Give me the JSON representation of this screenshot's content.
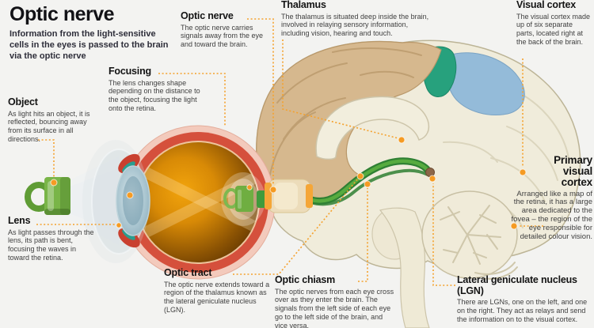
{
  "title": {
    "text": "Optic nerve",
    "subtitle": "Information from the light-sensitive cells in the eyes is passed to the brain via the optic nerve"
  },
  "labels": {
    "optic_nerve": {
      "heading": "Optic nerve",
      "body": "The optic nerve carries signals away from the eye and toward the brain."
    },
    "thalamus": {
      "heading": "Thalamus",
      "body": "The thalamus is situated deep inside the brain, involved in relaying sensory information, including vision, hearing and touch."
    },
    "visual_cortex": {
      "heading": "Visual cortex",
      "body": "The visual cortex made up of six separate parts, located right at the back of the brain."
    },
    "focusing": {
      "heading": "Focusing",
      "body": "The lens changes shape depending on the distance to the object, focusing the light onto the retina."
    },
    "object": {
      "heading": "Object",
      "body": "As light hits an object, it is reflected, bouncing away from its surface in all directions."
    },
    "lens": {
      "heading": "Lens",
      "body": "As light passes through the lens, its path is bent, focusing the waves in toward the retina."
    },
    "optic_tract": {
      "heading": "Optic tract",
      "body": "The optic nerve extends toward a region of the thalamus known as the lateral geniculate nucleus (LGN)."
    },
    "optic_chiasm": {
      "heading": "Optic chiasm",
      "body": "The optic nerves from each eye cross over as they enter the brain. The signals from the left side of each eye go to the left side of the brain, and vice versa."
    },
    "lgn": {
      "heading": "Lateral geniculate nucleus (LGN)",
      "body": "There are LGNs, one on the left, and one on the right. They act as relays and send the information on to the visual cortex."
    },
    "primary_visual_cortex": {
      "heading": "Primary visual cortex",
      "body": "Arranged like a map of the retina, it has a large area dedicated to the fovea – the region of the eye responsible for detailed colour vision."
    }
  },
  "colors": {
    "accent_orange": "#F5A12C",
    "mug_green": "#79B548",
    "nerve_green": "#2F8033",
    "cortex_tan": "#D6B88E",
    "brain_cream": "#F0ECDB",
    "teal_region": "#27A17D",
    "blue_region": "#94BBD9",
    "eye_red": "#D5503C",
    "eye_pink": "#F3CABC",
    "eye_interior_orange": "#D88A06"
  }
}
